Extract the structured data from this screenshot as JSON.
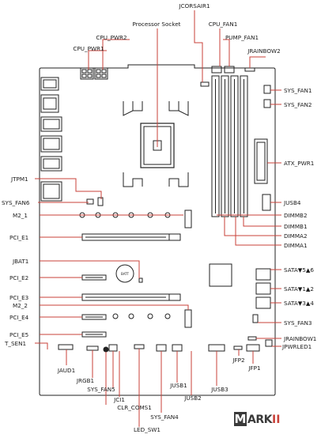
{
  "labels": {
    "jcorsair1": "JCORSAIR1",
    "processor_socket": "Processor Socket",
    "cpu_fan1": "CPU_FAN1",
    "cpu_pwr2": "CPU_PWR2",
    "pump_fan1": "PUMP_FAN1",
    "cpu_pwr1": "CPU_PWR1",
    "jrainbow2": "JRAINBOW2",
    "sys_fan1": "SYS_FAN1",
    "sys_fan2": "SYS_FAN2",
    "atx_pwr1": "ATX_PWR1",
    "jtpm1": "JTPM1",
    "sys_fan6": "SYS_FAN6",
    "jusb4": "JUSB4",
    "m2_1": "M2_1",
    "dimmb2": "DIMMB2",
    "dimmb1": "DIMMB1",
    "pci_e1": "PCI_E1",
    "dimma2": "DIMMA2",
    "dimma1": "DIMMA1",
    "jbat1": "JBAT1",
    "batt": "BATT",
    "pci_e2": "PCI_E2",
    "sata56": "SATA▼5▲6",
    "sata12": "SATA▼1▲2",
    "pci_e3": "PCI_E3",
    "m2_2": "M2_2",
    "sata34": "SATA▼3▲4",
    "pci_e4": "PCI_E4",
    "sys_fan3": "SYS_FAN3",
    "pci_e5": "PCI_E5",
    "jrainbow1": "JRAINBOW1",
    "t_sen1": "T_SEN1",
    "jpwrled1": "JPWRLED1",
    "jaud1": "JAUD1",
    "jrgb1": "JRGB1",
    "sys_fan5": "SYS_FAN5",
    "jci1": "JCI1",
    "clr_cmos1": "CLR_COMS1",
    "led_sw1": "LED_SW1",
    "sys_fan4": "SYS_FAN4",
    "jusb1": "JUSB1",
    "jusb2": "JUSB2",
    "jusb3": "JUSB3",
    "jfp2": "JFP2",
    "jfp1": "JFP1"
  },
  "watermark": {
    "text_main": "MARK",
    "text_suffix": "II"
  },
  "colors": {
    "leader": "#c8423a",
    "board": "#222222",
    "label": "#1a1a1a"
  }
}
